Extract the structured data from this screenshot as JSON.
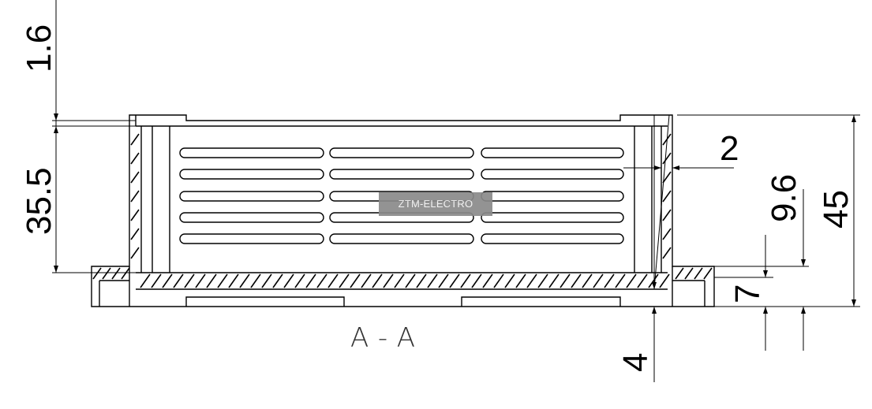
{
  "drawing": {
    "dimensions": {
      "lip": "1.6",
      "inner_height": "35.5",
      "wall": "2",
      "slot_height": "9.6",
      "total_height": "45",
      "base_height": "7",
      "floor": "4"
    },
    "section_label": "A-A",
    "watermark": "ZTM-ELECTRO"
  }
}
